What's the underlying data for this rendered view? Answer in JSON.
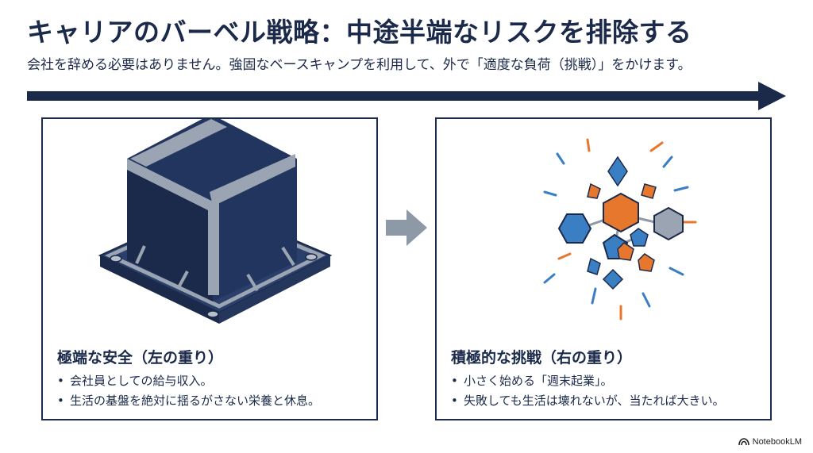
{
  "slide": {
    "title": "キャリアのバーベル戦略：中途半端なリスクを排除する",
    "subtitle": "会社を辞める必要はありません。強固なベースキャンプを利用して、外で「適度な負荷（挑戦）」をかけます。"
  },
  "left_panel": {
    "heading": "極端な安全（左の重り）",
    "bullets": [
      "会社員としての給与収入。",
      "生活の基盤を絶対に揺るがさない栄養と休息。"
    ],
    "illustration": "anchored-block-icon"
  },
  "right_panel": {
    "heading": "積極的な挑戦（右の重り）",
    "bullets": [
      "小さく始める「週末起業」。",
      "失敗しても生活は壊れないが、当たれば大きい。"
    ],
    "illustration": "crystal-network-icon"
  },
  "brand": {
    "label": "NotebookLM"
  },
  "colors": {
    "navy": "#1b2a4a",
    "blue": "#3a7fc4",
    "orange": "#e8772e",
    "gray": "#8e99a8"
  }
}
